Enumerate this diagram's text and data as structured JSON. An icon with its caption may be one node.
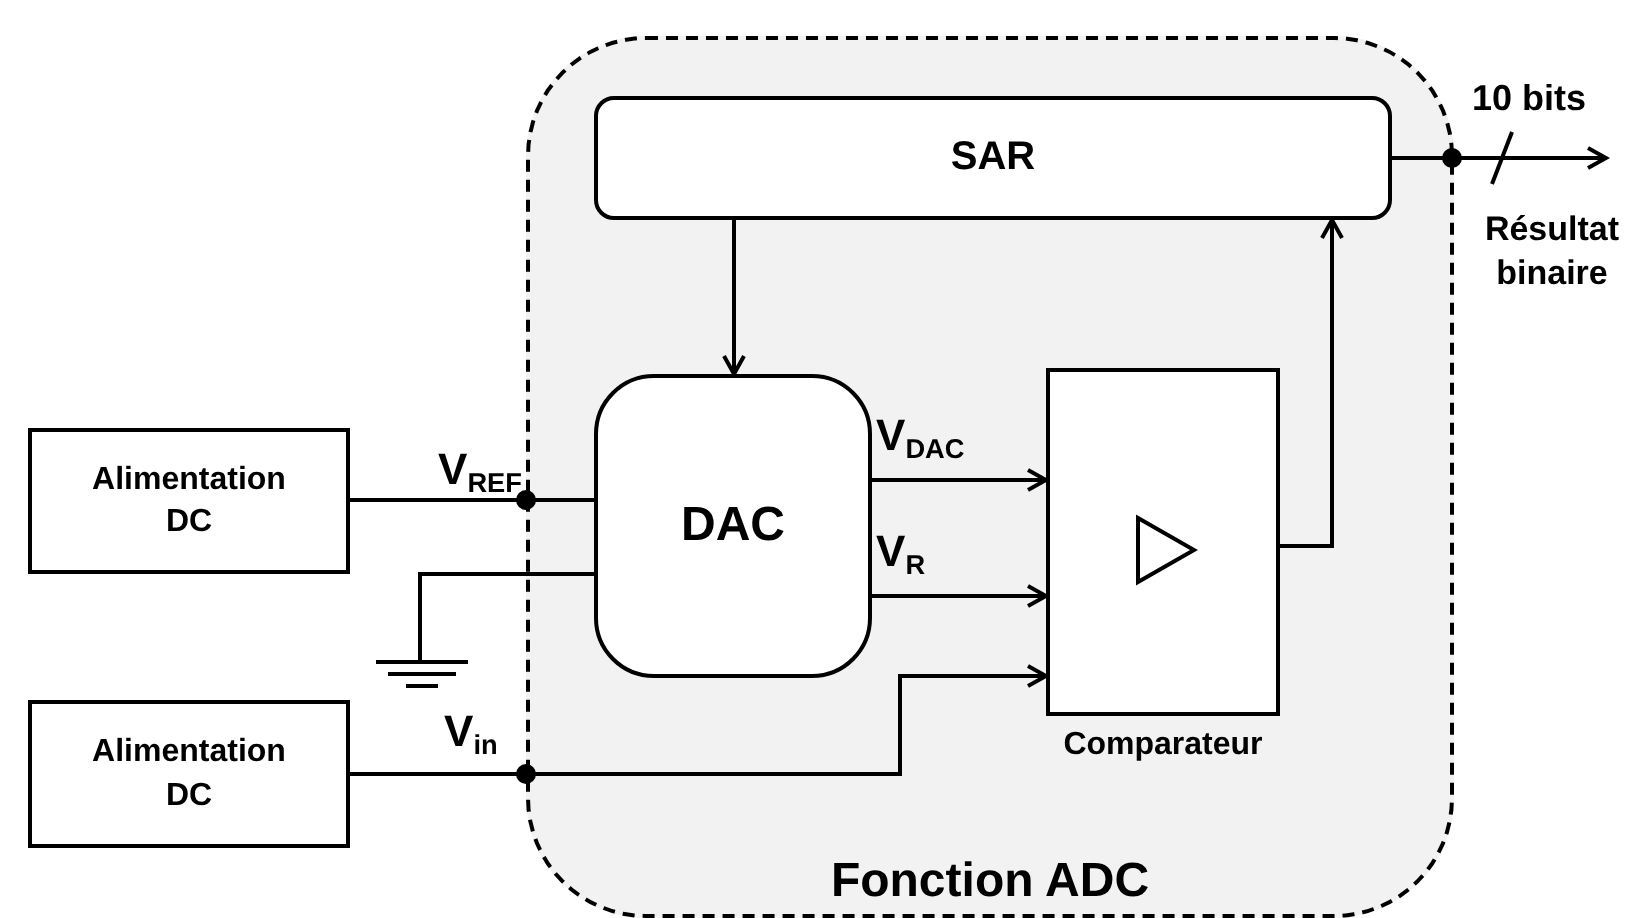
{
  "diagram": {
    "nodes": [
      {
        "text": [
          "Fonction ADC"
        ]
      },
      {
        "text": [
          "SAR"
        ],
        "in": 0
      },
      {
        "text": [
          "DAC"
        ],
        "in": 0
      },
      {
        "text": [
          "Comparateur"
        ],
        "in": 0
      },
      {
        "text": [
          "Alimentation DC"
        ]
      },
      {
        "text": [
          "Alimentation DC"
        ]
      },
      {
        "text": [],
        "shape": "ground"
      }
    ],
    "edges": [
      {
        "from": 1,
        "to": 2,
        "arrow": "to"
      },
      {
        "from": 4,
        "to": 2,
        "arrow": "none",
        "label": "V$_{REF}$"
      },
      {
        "from": 2,
        "to": 6,
        "arrow": "none"
      },
      {
        "from": 2,
        "to": 3,
        "arrow": "to",
        "label": "V$_{DAC}$"
      },
      {
        "from": 2,
        "to": 3,
        "arrow": "to",
        "label": "V$_{R}$"
      },
      {
        "from": 5,
        "to": 3,
        "arrow": "to",
        "label": "V$_{in}$"
      },
      {
        "from": 3,
        "to": 1,
        "arrow": "to"
      },
      {
        "from": 1,
        "to": null,
        "arrow": "to",
        "label": "10 bits"
      }
    ],
    "labels": [
      "Résultat binaire"
    ]
  }
}
